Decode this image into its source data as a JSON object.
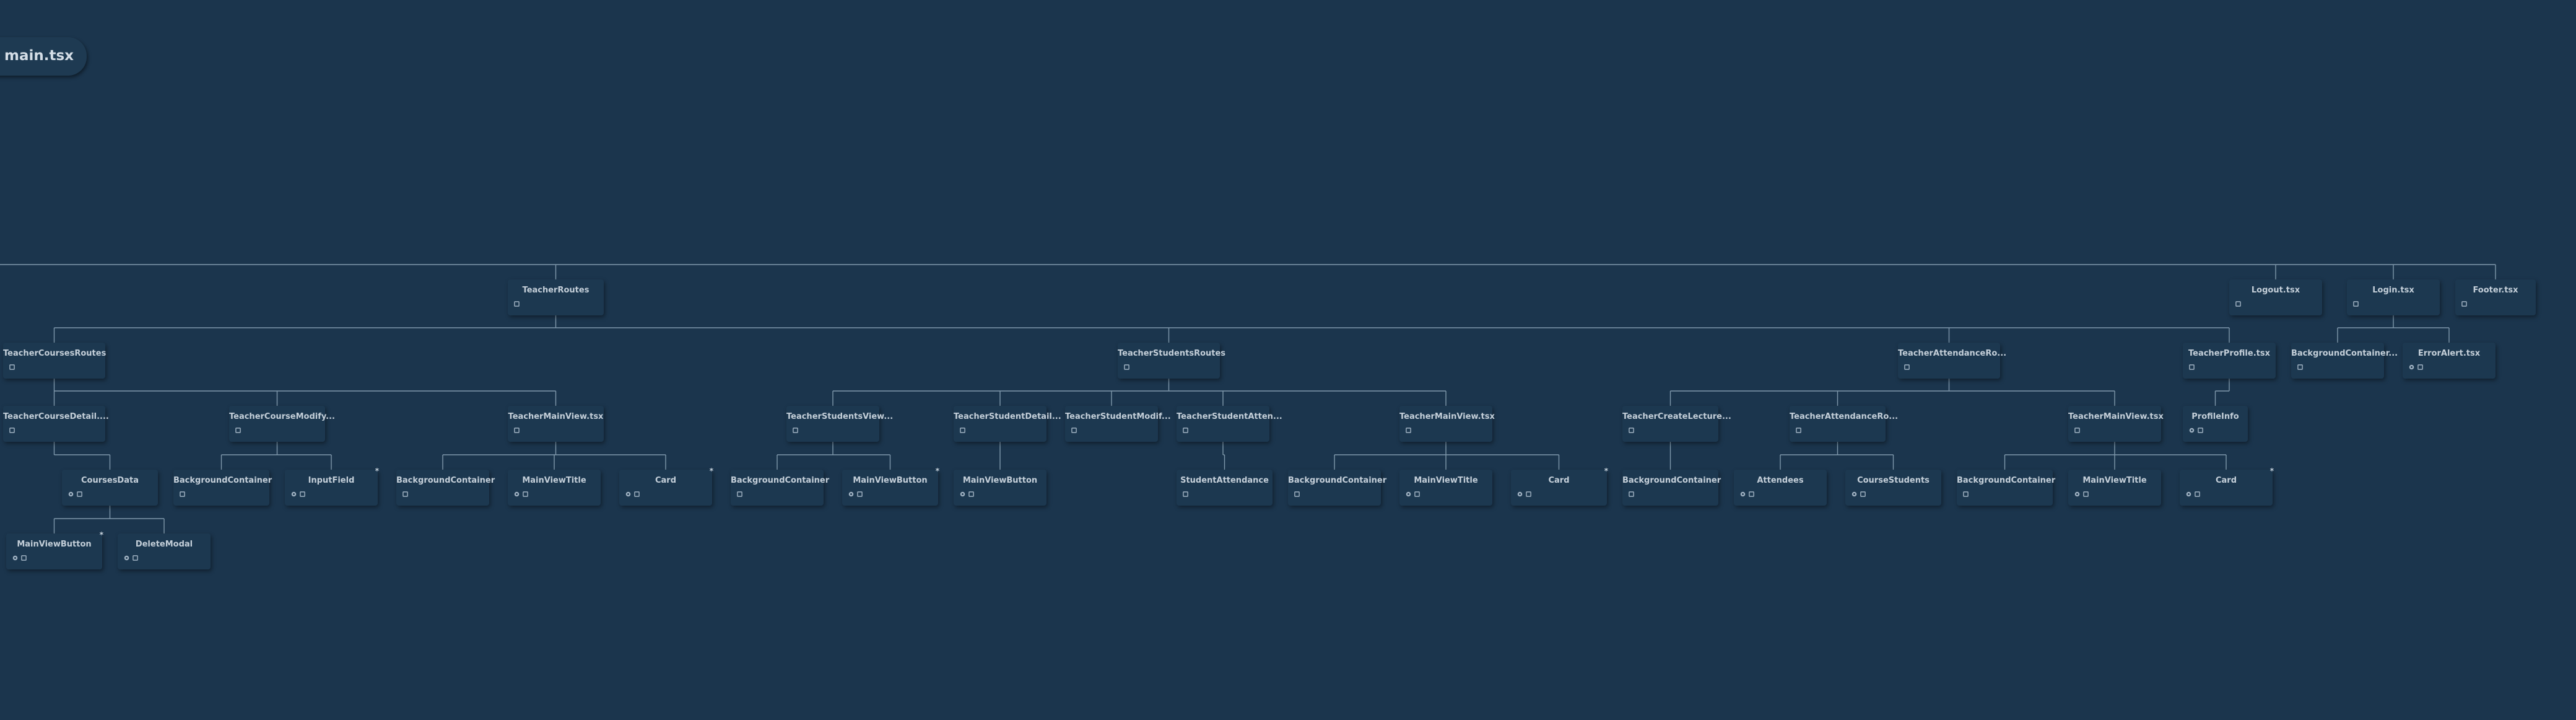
{
  "root": {
    "label": "main.tsx"
  },
  "nodes": [
    {
      "id": "teacher-routes",
      "label": "TeacherRoutes",
      "icons": [
        "file-icon"
      ]
    },
    {
      "id": "logout",
      "label": "Logout.tsx",
      "icons": [
        "file-icon"
      ]
    },
    {
      "id": "login",
      "label": "Login.tsx",
      "icons": [
        "file-icon"
      ]
    },
    {
      "id": "footer",
      "label": "Footer.tsx",
      "icons": [
        "file-icon"
      ]
    },
    {
      "id": "teacher-courses-routes",
      "label": "TeacherCoursesRoutes",
      "icons": [
        "file-icon"
      ]
    },
    {
      "id": "teacher-students-routes",
      "label": "TeacherStudentsRoutes",
      "icons": [
        "file-icon"
      ]
    },
    {
      "id": "teacher-attendance-routes",
      "label": "TeacherAttendanceRo...",
      "icons": [
        "file-icon"
      ]
    },
    {
      "id": "teacher-profile",
      "label": "TeacherProfile.tsx",
      "icons": [
        "file-icon"
      ]
    },
    {
      "id": "login-background-container",
      "label": "BackgroundContainer...",
      "icons": [
        "file-icon"
      ]
    },
    {
      "id": "error-alert",
      "label": "ErrorAlert.tsx",
      "icons": [
        "gear-icon",
        "file-icon"
      ]
    },
    {
      "id": "teacher-course-detail",
      "label": "TeacherCourseDetail....",
      "icons": [
        "file-icon"
      ]
    },
    {
      "id": "teacher-course-modify",
      "label": "TeacherCourseModify...",
      "icons": [
        "file-icon"
      ]
    },
    {
      "id": "courses-main-view",
      "label": "TeacherMainView.tsx",
      "icons": [
        "file-icon"
      ]
    },
    {
      "id": "teacher-students-view",
      "label": "TeacherStudentsView...",
      "icons": [
        "file-icon"
      ]
    },
    {
      "id": "teacher-student-detail",
      "label": "TeacherStudentDetail...",
      "icons": [
        "file-icon"
      ]
    },
    {
      "id": "teacher-student-modify",
      "label": "TeacherStudentModif...",
      "icons": [
        "file-icon"
      ]
    },
    {
      "id": "teacher-student-attendance",
      "label": "TeacherStudentAtten...",
      "icons": [
        "file-icon"
      ]
    },
    {
      "id": "students-main-view",
      "label": "TeacherMainView.tsx",
      "icons": [
        "file-icon"
      ]
    },
    {
      "id": "teacher-create-lecture",
      "label": "TeacherCreateLecture...",
      "icons": [
        "file-icon"
      ]
    },
    {
      "id": "teacher-attendance-ro2",
      "label": "TeacherAttendanceRo...",
      "icons": [
        "file-icon"
      ]
    },
    {
      "id": "attendance-main-view",
      "label": "TeacherMainView.tsx",
      "icons": [
        "file-icon"
      ]
    },
    {
      "id": "profile-info",
      "label": "ProfileInfo",
      "icons": [
        "gear-icon",
        "file-icon"
      ]
    },
    {
      "id": "courses-data",
      "label": "CoursesData",
      "icons": [
        "gear-icon",
        "file-icon"
      ]
    },
    {
      "id": "modify-background-container",
      "label": "BackgroundContainer",
      "icons": [
        "file-icon"
      ]
    },
    {
      "id": "input-field",
      "label": "InputField",
      "icons": [
        "gear-icon",
        "file-icon"
      ],
      "badge": "*"
    },
    {
      "id": "courses-mv-background",
      "label": "BackgroundContainer",
      "icons": [
        "file-icon"
      ]
    },
    {
      "id": "courses-mv-title",
      "label": "MainViewTitle",
      "icons": [
        "gear-icon",
        "file-icon"
      ]
    },
    {
      "id": "courses-mv-card",
      "label": "Card",
      "icons": [
        "gear-icon",
        "file-icon"
      ],
      "badge": "*"
    },
    {
      "id": "students-view-background",
      "label": "BackgroundContainer",
      "icons": [
        "file-icon"
      ]
    },
    {
      "id": "students-view-button",
      "label": "MainViewButton",
      "icons": [
        "gear-icon",
        "file-icon"
      ],
      "badge": "*"
    },
    {
      "id": "student-detail-button",
      "label": "MainViewButton",
      "icons": [
        "gear-icon",
        "file-icon"
      ]
    },
    {
      "id": "student-attendance",
      "label": "StudentAttendance",
      "icons": [
        "file-icon"
      ]
    },
    {
      "id": "students-mv-background",
      "label": "BackgroundContainer",
      "icons": [
        "file-icon"
      ]
    },
    {
      "id": "students-mv-title",
      "label": "MainViewTitle",
      "icons": [
        "gear-icon",
        "file-icon"
      ]
    },
    {
      "id": "students-mv-card",
      "label": "Card",
      "icons": [
        "gear-icon",
        "file-icon"
      ],
      "badge": "*"
    },
    {
      "id": "create-lecture-background",
      "label": "BackgroundContainer",
      "icons": [
        "file-icon"
      ]
    },
    {
      "id": "attendees",
      "label": "Attendees",
      "icons": [
        "gear-icon",
        "file-icon"
      ]
    },
    {
      "id": "course-students",
      "label": "CourseStudents",
      "icons": [
        "gear-icon",
        "file-icon"
      ]
    },
    {
      "id": "attendance-mv-background",
      "label": "BackgroundContainer",
      "icons": [
        "file-icon"
      ]
    },
    {
      "id": "attendance-mv-title",
      "label": "MainViewTitle",
      "icons": [
        "gear-icon",
        "file-icon"
      ]
    },
    {
      "id": "attendance-mv-card",
      "label": "Card",
      "icons": [
        "gear-icon",
        "file-icon"
      ],
      "badge": "*"
    },
    {
      "id": "courses-data-button",
      "label": "MainViewButton",
      "icons": [
        "gear-icon",
        "file-icon"
      ],
      "badge": "*"
    },
    {
      "id": "delete-modal",
      "label": "DeleteModal",
      "icons": [
        "gear-icon",
        "file-icon"
      ]
    }
  ],
  "edges": [
    [
      "root",
      "teacher-routes"
    ],
    [
      "root",
      "logout"
    ],
    [
      "root",
      "login"
    ],
    [
      "root",
      "footer"
    ],
    [
      "teacher-routes",
      "teacher-courses-routes"
    ],
    [
      "teacher-routes",
      "teacher-students-routes"
    ],
    [
      "teacher-routes",
      "teacher-attendance-routes"
    ],
    [
      "teacher-routes",
      "teacher-profile"
    ],
    [
      "login",
      "login-background-container"
    ],
    [
      "login",
      "error-alert"
    ],
    [
      "teacher-courses-routes",
      "teacher-course-detail"
    ],
    [
      "teacher-courses-routes",
      "teacher-course-modify"
    ],
    [
      "teacher-courses-routes",
      "courses-main-view"
    ],
    [
      "teacher-students-routes",
      "teacher-students-view"
    ],
    [
      "teacher-students-routes",
      "teacher-student-detail"
    ],
    [
      "teacher-students-routes",
      "teacher-student-modify"
    ],
    [
      "teacher-students-routes",
      "teacher-student-attendance"
    ],
    [
      "teacher-students-routes",
      "students-main-view"
    ],
    [
      "teacher-attendance-routes",
      "teacher-create-lecture"
    ],
    [
      "teacher-attendance-routes",
      "teacher-attendance-ro2"
    ],
    [
      "teacher-attendance-routes",
      "attendance-main-view"
    ],
    [
      "teacher-profile",
      "profile-info"
    ],
    [
      "teacher-course-detail",
      "courses-data"
    ],
    [
      "teacher-course-modify",
      "modify-background-container"
    ],
    [
      "teacher-course-modify",
      "input-field"
    ],
    [
      "courses-main-view",
      "courses-mv-background"
    ],
    [
      "courses-main-view",
      "courses-mv-title"
    ],
    [
      "courses-main-view",
      "courses-mv-card"
    ],
    [
      "teacher-students-view",
      "students-view-background"
    ],
    [
      "teacher-students-view",
      "students-view-button"
    ],
    [
      "teacher-student-detail",
      "student-detail-button"
    ],
    [
      "teacher-student-attendance",
      "student-attendance"
    ],
    [
      "students-main-view",
      "students-mv-background"
    ],
    [
      "students-main-view",
      "students-mv-title"
    ],
    [
      "students-main-view",
      "students-mv-card"
    ],
    [
      "teacher-create-lecture",
      "create-lecture-background"
    ],
    [
      "teacher-attendance-ro2",
      "attendees"
    ],
    [
      "teacher-attendance-ro2",
      "course-students"
    ],
    [
      "attendance-main-view",
      "attendance-mv-background"
    ],
    [
      "attendance-main-view",
      "attendance-mv-title"
    ],
    [
      "attendance-main-view",
      "attendance-mv-card"
    ],
    [
      "courses-data",
      "courses-data-button"
    ],
    [
      "courses-data",
      "delete-modal"
    ]
  ],
  "colors": {
    "background": "#1b354d",
    "node": "#1c3850",
    "edge": "#7f98ab",
    "label": "#c4cfd9",
    "icon": "#9fb1c1"
  }
}
